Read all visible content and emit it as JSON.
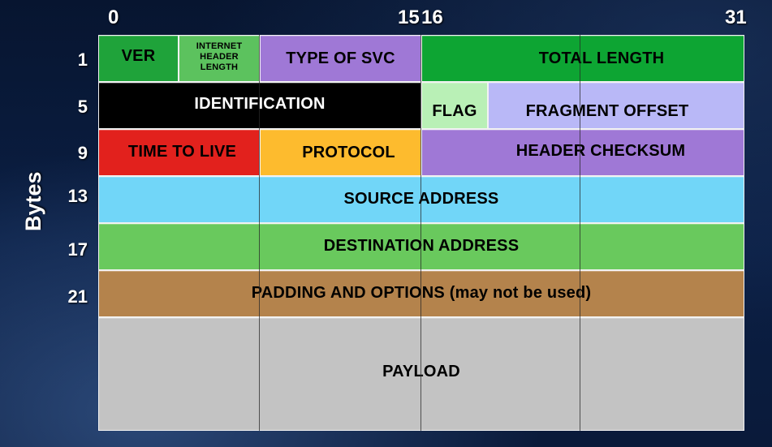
{
  "bit_labels": {
    "start": "0",
    "mid_left": "15",
    "mid_right": "16",
    "end": "31"
  },
  "axis_title": "Bytes",
  "byte_offsets": [
    "1",
    "5",
    "9",
    "13",
    "17",
    "21"
  ],
  "fields": {
    "ver": {
      "label": "VER",
      "color": "#1fa33a"
    },
    "ihl": {
      "label": "INTERNET HEADER LENGTH",
      "color": "#5cc25e"
    },
    "tos": {
      "label": "TYPE OF SVC",
      "color": "#9f78d6"
    },
    "total_length": {
      "label": "TOTAL LENGTH",
      "color": "#0da533"
    },
    "identification": {
      "label": "IDENTIFICATION",
      "color": "#000000"
    },
    "flag": {
      "label": "FLAG",
      "color": "#b9f0b6"
    },
    "fragment_offset": {
      "label": "FRAGMENT OFFSET",
      "color": "#b9b8f7"
    },
    "ttl": {
      "label": "TIME TO LIVE",
      "color": "#e2211d"
    },
    "protocol": {
      "label": "PROTOCOL",
      "color": "#fdbb2e"
    },
    "header_checksum": {
      "label": "HEADER CHECKSUM",
      "color": "#9f78d6"
    },
    "source_address": {
      "label": "SOURCE ADDRESS",
      "color": "#71d6f8"
    },
    "destination_address": {
      "label": "DESTINATION ADDRESS",
      "color": "#69c95d"
    },
    "padding_options": {
      "label": "PADDING AND OPTIONS (may not be used)",
      "color": "#b4834c"
    },
    "payload": {
      "label": "PAYLOAD",
      "color": "#c3c3c3"
    }
  }
}
